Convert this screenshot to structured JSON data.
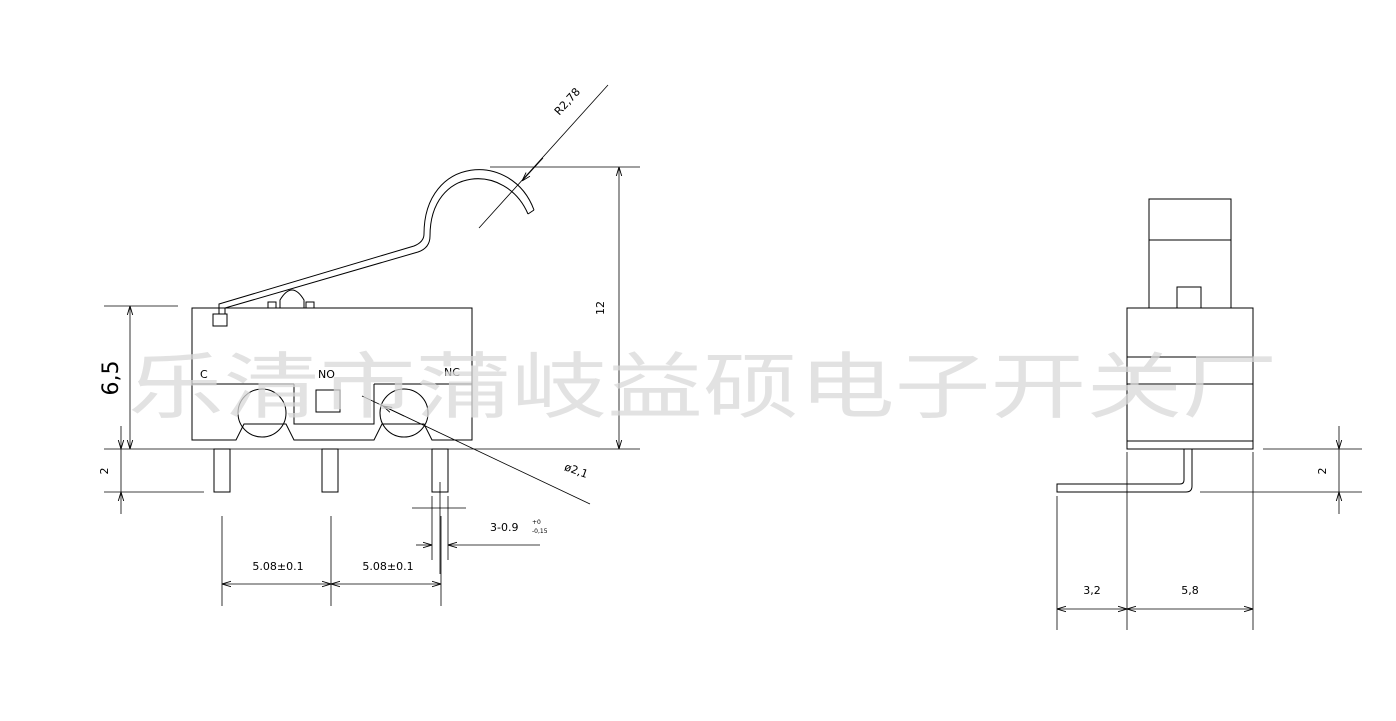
{
  "watermark": "乐清市蒲岐益硕电子开关厂",
  "colors": {
    "line": "#000000",
    "watermark": "#d9d9d9",
    "background": "#ffffff"
  },
  "front_view": {
    "terminal_c": "C",
    "terminal_no": "NO",
    "terminal_nc": "NC",
    "dim_height": "6,5",
    "dim_pin_length": "2",
    "dim_overall_height": "12",
    "dim_lever_radius": "R2,78",
    "dim_hole_diameter": "ø2,1",
    "dim_pitch_left": "5.08±0.1",
    "dim_pitch_right": "5.08±0.1",
    "dim_pin_width": "3-0.9",
    "tol_upper": "+0",
    "tol_lower": "-0,15"
  },
  "side_view": {
    "dim_pin_length": "2",
    "dim_offset": "3,2",
    "dim_width": "5,8"
  }
}
